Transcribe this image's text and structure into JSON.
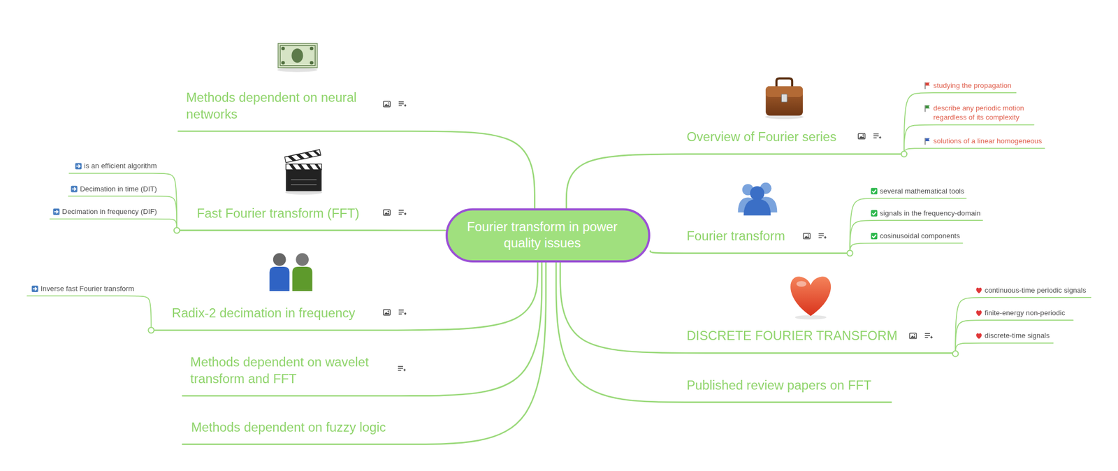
{
  "diagram": {
    "nodes": [
      {
        "text": [
          "Fourier transform in power quality issues"
        ]
      },
      {
        "text": [
          "Overview of Fourier series"
        ]
      },
      {
        "text": [
          "studying the propagation"
        ]
      },
      {
        "text": [
          "describe any periodic motion regardless of its complexity"
        ]
      },
      {
        "text": [
          "solutions of a linear homogeneous"
        ]
      },
      {
        "text": [
          "Fourier transform"
        ]
      },
      {
        "text": [
          "several mathematical tools"
        ]
      },
      {
        "text": [
          "signals in the frequency-domain"
        ]
      },
      {
        "text": [
          "cosinusoidal components"
        ]
      },
      {
        "text": [
          "DISCRETE FOURIER TRANSFORM"
        ]
      },
      {
        "text": [
          "continuous-time periodic signals"
        ]
      },
      {
        "text": [
          "finite-energy non-periodic"
        ]
      },
      {
        "text": [
          "discrete-time signals"
        ]
      },
      {
        "text": [
          "Published review papers on FFT"
        ]
      },
      {
        "text": [
          "Methods dependent on neural networks"
        ]
      },
      {
        "text": [
          "Fast Fourier transform (FFT)"
        ]
      },
      {
        "text": [
          "is an efficient algorithm"
        ]
      },
      {
        "text": [
          "Decimation in time (DIT)"
        ]
      },
      {
        "text": [
          "Decimation in frequency (DIF)"
        ]
      },
      {
        "text": [
          "Radix-2 decimation in frequency"
        ]
      },
      {
        "text": [
          "Inverse fast Fourier transform"
        ]
      },
      {
        "text": [
          "Methods dependent on wavelet transform and FFT"
        ]
      },
      {
        "text": [
          "Methods dependent on fuzzy logic"
        ]
      }
    ],
    "edges": [
      {
        "from": 0,
        "to": 1,
        "arrow": "none"
      },
      {
        "from": 1,
        "to": 2,
        "arrow": "none"
      },
      {
        "from": 1,
        "to": 3,
        "arrow": "none"
      },
      {
        "from": 1,
        "to": 4,
        "arrow": "none"
      },
      {
        "from": 0,
        "to": 5,
        "arrow": "none"
      },
      {
        "from": 5,
        "to": 6,
        "arrow": "none"
      },
      {
        "from": 5,
        "to": 7,
        "arrow": "none"
      },
      {
        "from": 5,
        "to": 8,
        "arrow": "none"
      },
      {
        "from": 0,
        "to": 9,
        "arrow": "none"
      },
      {
        "from": 9,
        "to": 10,
        "arrow": "none"
      },
      {
        "from": 9,
        "to": 11,
        "arrow": "none"
      },
      {
        "from": 9,
        "to": 12,
        "arrow": "none"
      },
      {
        "from": 0,
        "to": 13,
        "arrow": "none"
      },
      {
        "from": 0,
        "to": 14,
        "arrow": "none"
      },
      {
        "from": 0,
        "to": 15,
        "arrow": "none"
      },
      {
        "from": 15,
        "to": 16,
        "arrow": "none"
      },
      {
        "from": 15,
        "to": 17,
        "arrow": "none"
      },
      {
        "from": 15,
        "to": 18,
        "arrow": "none"
      },
      {
        "from": 0,
        "to": 19,
        "arrow": "none"
      },
      {
        "from": 19,
        "to": 20,
        "arrow": "none"
      },
      {
        "from": 0,
        "to": 21,
        "arrow": "none"
      },
      {
        "from": 0,
        "to": 22,
        "arrow": "none"
      }
    ]
  }
}
